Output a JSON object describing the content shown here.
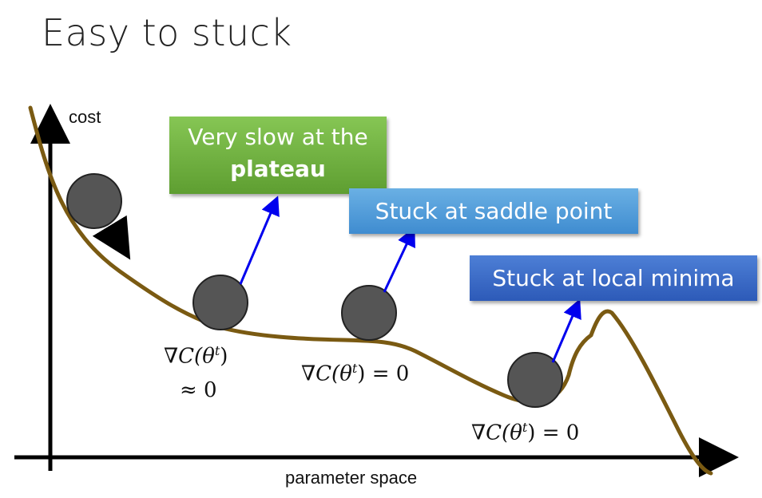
{
  "title": "Easy to stuck",
  "axes": {
    "y_label": "cost",
    "x_label": "parameter space"
  },
  "callouts": {
    "plateau": {
      "line1": "Very slow at the",
      "line2": "plateau"
    },
    "saddle": "Stuck at saddle point",
    "local_min": "Stuck at local minima"
  },
  "formulas": {
    "grad": "∇C(θ",
    "sup": "t",
    "close": ")",
    "approx": "≈ 0",
    "eq_zero": " = 0"
  },
  "colors": {
    "curve": "#7a5a12",
    "ball": "#555555",
    "arrow": "#0000ee",
    "green": "#6aaa3c",
    "blue": "#4a96d8",
    "dark_blue": "#3a6cc8"
  }
}
